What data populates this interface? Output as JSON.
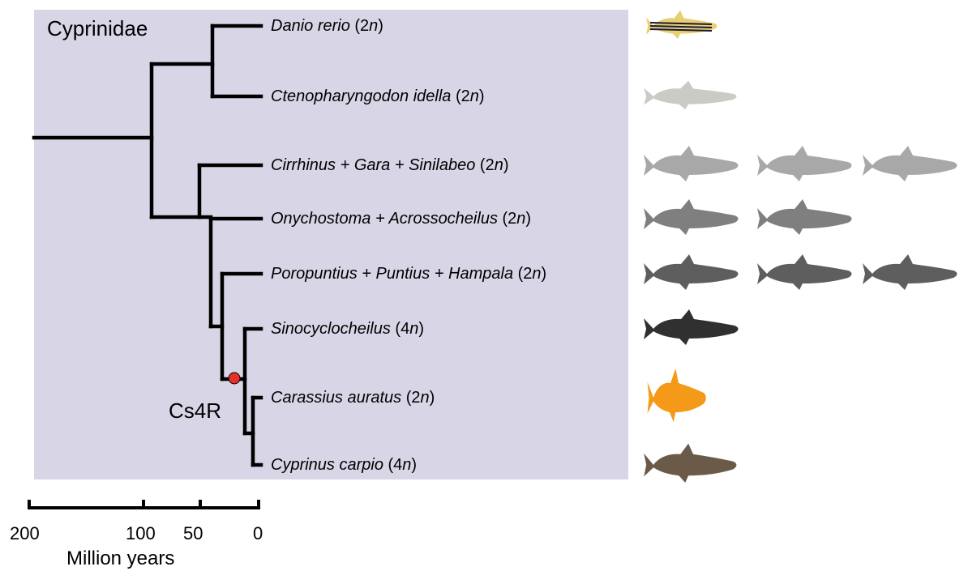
{
  "clade_label": "Cyprinidae",
  "node_label": "Cs4R",
  "taxa": [
    {
      "name": "Danio rerio",
      "ploidy": "(2n)",
      "colors": [
        "#e8d070"
      ],
      "type": "zebrafish"
    },
    {
      "name": "Ctenopharyngodon idella",
      "ploidy": "(2n)",
      "colors": [
        "#c8ccc4"
      ],
      "type": "grass"
    },
    {
      "name": "Cirrhinus + Gara + Sinilabeo",
      "ploidy": "(2n)",
      "colors": [
        "#a8a8a8",
        "#a8a8a8",
        "#a8a8a8"
      ],
      "type": "sil"
    },
    {
      "name": "Onychostoma + Acrossocheilus",
      "ploidy": "(2n)",
      "colors": [
        "#7f7f7f",
        "#7f7f7f"
      ],
      "type": "sil"
    },
    {
      "name": "Poropuntius + Puntius + Hampala",
      "ploidy": "(2n)",
      "colors": [
        "#5e5e5e",
        "#5e5e5e",
        "#5e5e5e"
      ],
      "type": "sil"
    },
    {
      "name": "Sinocyclocheilus",
      "ploidy": "(4n)",
      "colors": [
        "#303030"
      ],
      "type": "sil"
    },
    {
      "name": "Carassius auratus",
      "ploidy": "(2n)",
      "colors": [
        "#f08a10"
      ],
      "type": "goldfish"
    },
    {
      "name": "Cyprinus carpio",
      "ploidy": "(4n)",
      "colors": [
        "#6b5a48"
      ],
      "type": "carp"
    }
  ],
  "scale": {
    "title": "Million years",
    "ticks": [
      "200",
      "100",
      "50",
      "0"
    ]
  },
  "colors": {
    "background_box": "#d8d6e6",
    "branches": "#000000",
    "wgd_marker": "#e8302a"
  }
}
